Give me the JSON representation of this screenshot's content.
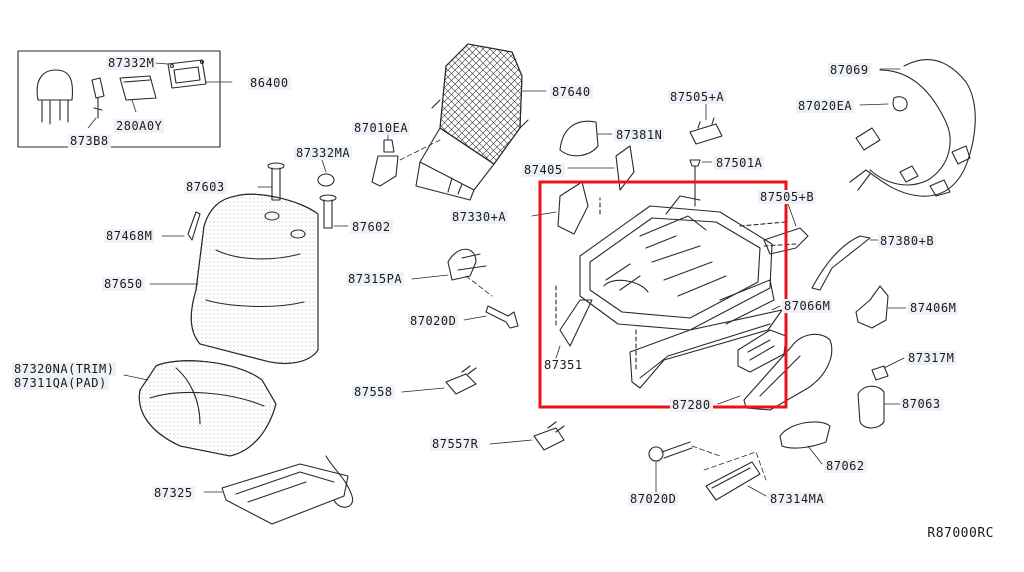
{
  "diagram": {
    "reference_code": "R87000RC",
    "highlight_color": "#e8141c",
    "line_color": "#2a2a2a",
    "labels": {
      "p87332m": "87332M",
      "p86400": "86400",
      "p280a0y": "280A0Y",
      "p873b8": "873B8",
      "p87640": "87640",
      "p87010ea": "87010EA",
      "p87332ma": "87332MA",
      "p87603": "87603",
      "p87468m": "87468M",
      "p87602": "87602",
      "p87650": "87650",
      "p87320na": "87320NA(TRIM)",
      "p87311qa": "87311QA(PAD)",
      "p87325": "87325",
      "p87315pa": "87315PA",
      "p87020d_a": "87020D",
      "p87558": "87558",
      "p87557r": "87557R",
      "p87020d_b": "87020D",
      "p87314ma": "87314MA",
      "p87381n": "87381N",
      "p87405": "87405",
      "p87505a": "87505+A",
      "p87501a": "87501A",
      "p87330a": "87330+A",
      "p87505b": "87505+B",
      "p87351": "87351",
      "p87280": "87280",
      "p87066m": "87066M",
      "p87069": "87069",
      "p87020ea": "87020EA",
      "p87380b": "87380+B",
      "p87406m": "87406M",
      "p87317m": "87317M",
      "p87063": "87063",
      "p87062": "87062"
    }
  }
}
